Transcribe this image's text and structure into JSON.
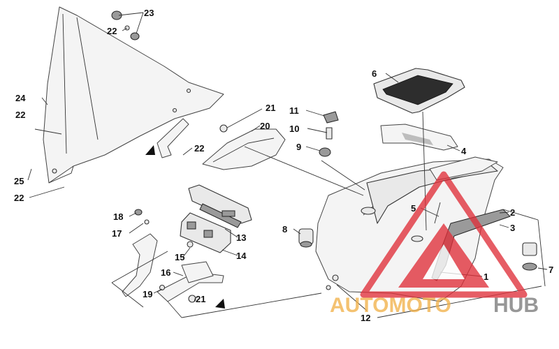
{
  "callouts": [
    {
      "id": "c1",
      "label": "1"
    },
    {
      "id": "c2",
      "label": "2"
    },
    {
      "id": "c3",
      "label": "3"
    },
    {
      "id": "c4",
      "label": "4"
    },
    {
      "id": "c5",
      "label": "5"
    },
    {
      "id": "c6",
      "label": "6"
    },
    {
      "id": "c7",
      "label": "7"
    },
    {
      "id": "c8",
      "label": "8"
    },
    {
      "id": "c9",
      "label": "9"
    },
    {
      "id": "c10",
      "label": "10"
    },
    {
      "id": "c11",
      "label": "11"
    },
    {
      "id": "c12",
      "label": "12"
    },
    {
      "id": "c13",
      "label": "13"
    },
    {
      "id": "c14",
      "label": "14"
    },
    {
      "id": "c15",
      "label": "15"
    },
    {
      "id": "c16",
      "label": "16"
    },
    {
      "id": "c17",
      "label": "17"
    },
    {
      "id": "c18",
      "label": "18"
    },
    {
      "id": "c19",
      "label": "19"
    },
    {
      "id": "c20",
      "label": "20"
    },
    {
      "id": "c21a",
      "label": "21"
    },
    {
      "id": "c21b",
      "label": "21"
    },
    {
      "id": "c22a",
      "label": "22"
    },
    {
      "id": "c22b",
      "label": "22"
    },
    {
      "id": "c22c",
      "label": "22"
    },
    {
      "id": "c22d",
      "label": "22"
    },
    {
      "id": "c23",
      "label": "23"
    },
    {
      "id": "c24",
      "label": "24"
    },
    {
      "id": "c25",
      "label": "25"
    }
  ],
  "watermark": {
    "auto": "AUTOMOTO",
    "hub": "HUB",
    "accent_color": "#e0303a",
    "orange_color": "#f2b14a"
  }
}
